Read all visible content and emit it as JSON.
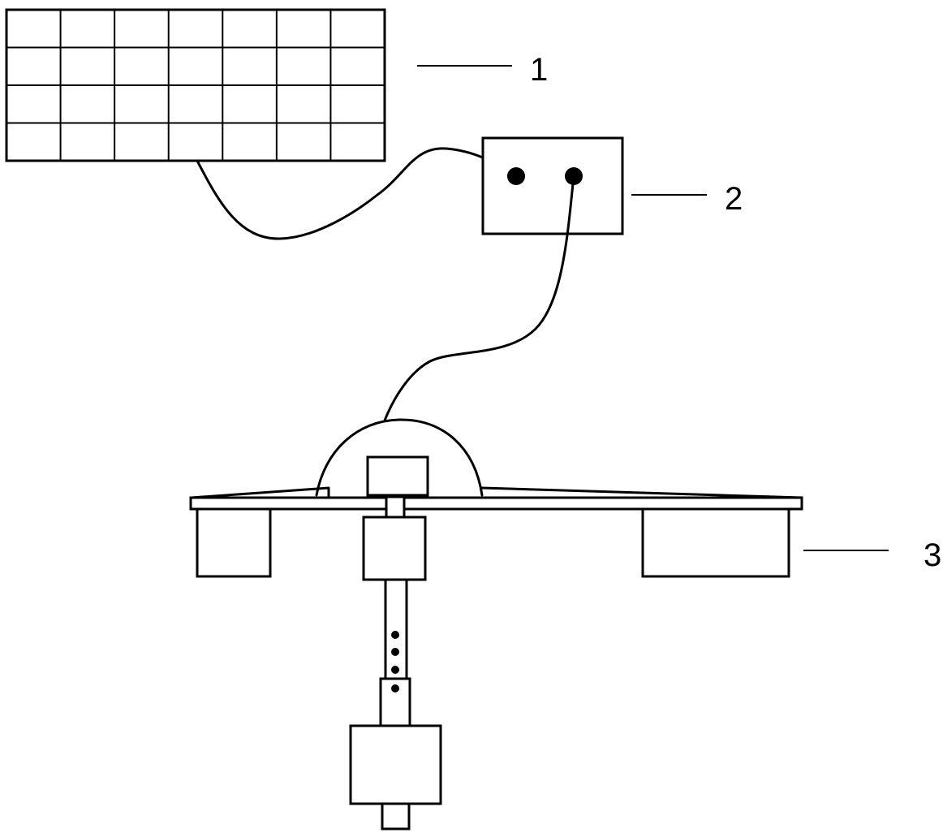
{
  "labels": {
    "one": "1",
    "two": "2",
    "three": "3"
  },
  "solar_panel": {
    "rows": 4,
    "columns": 7
  },
  "colors": {
    "line": "#000000",
    "background": "#ffffff"
  }
}
